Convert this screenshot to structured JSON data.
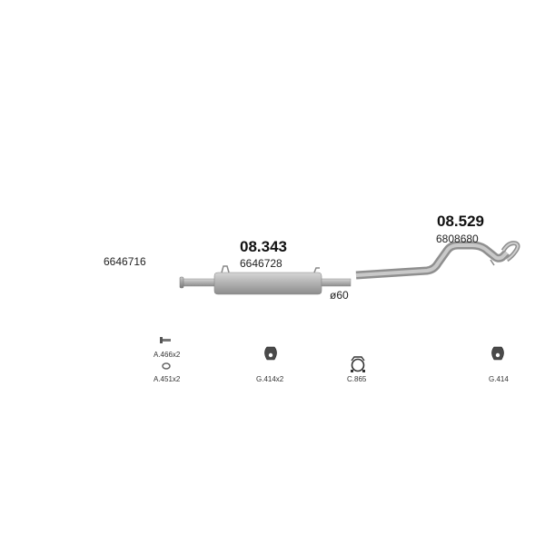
{
  "diagram": {
    "oem_reference_left": "6646716",
    "parts": [
      {
        "part_number": "08.343",
        "oem_number": "6646728"
      },
      {
        "part_number": "08.529",
        "oem_number": "6808680"
      }
    ],
    "pipe_diameter": "ø60",
    "fittings": [
      {
        "label": "A.466x2",
        "icon": "bolt-icon"
      },
      {
        "label": "A.451x2",
        "icon": "washer-icon"
      },
      {
        "label": "G.414x2",
        "icon": "rubber-hanger-icon"
      },
      {
        "label": "C.865",
        "icon": "clamp-icon"
      },
      {
        "label": "G.414",
        "icon": "rubber-hanger-icon"
      }
    ]
  }
}
